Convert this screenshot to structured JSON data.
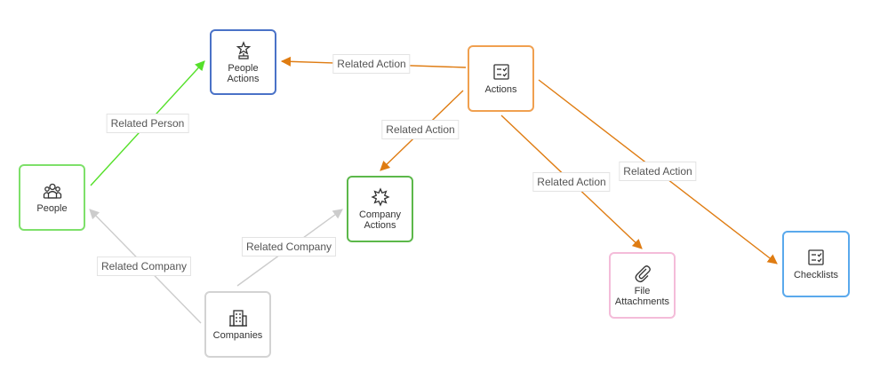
{
  "nodes": {
    "people_actions": {
      "label": "People Actions",
      "color": "#4a72c7",
      "icon": "star-trophy-icon"
    },
    "actions": {
      "label": "Actions",
      "color": "#f0a050",
      "icon": "checklist-icon"
    },
    "people": {
      "label": "People",
      "color": "#7ee06a",
      "icon": "people-group-icon"
    },
    "company_actions": {
      "label": "Company Actions",
      "color": "#5cb84a",
      "icon": "burst-star-icon"
    },
    "companies": {
      "label": "Companies",
      "color": "#d3d3d3",
      "icon": "building-icon"
    },
    "file_attachments": {
      "label": "File Attachments",
      "color": "#f4bcd9",
      "icon": "paperclip-icon"
    },
    "checklists": {
      "label": "Checklists",
      "color": "#5aa9ec",
      "icon": "checklist-icon"
    }
  },
  "edges": [
    {
      "from": "people",
      "to": "people_actions",
      "label": "Related Person",
      "color": "#55e02a"
    },
    {
      "from": "actions",
      "to": "people_actions",
      "label": "Related Action",
      "color": "#df7c12"
    },
    {
      "from": "actions",
      "to": "company_actions",
      "label": "Related Action",
      "color": "#df7c12"
    },
    {
      "from": "actions",
      "to": "file_attachments",
      "label": "Related Action",
      "color": "#df7c12"
    },
    {
      "from": "actions",
      "to": "checklists",
      "label": "Related Action",
      "color": "#df7c12"
    },
    {
      "from": "companies",
      "to": "people",
      "label": "Related Company",
      "color": "#cccccc"
    },
    {
      "from": "companies",
      "to": "company_actions",
      "label": "Related Company",
      "color": "#cccccc"
    }
  ]
}
